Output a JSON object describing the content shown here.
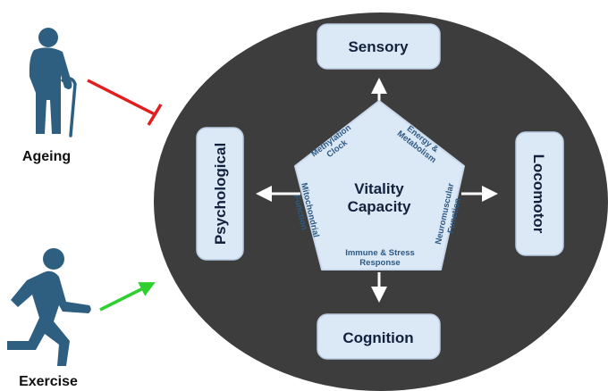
{
  "center": {
    "line1": "Vitality",
    "line2": "Capacity"
  },
  "factors": {
    "ageing": "Ageing",
    "exercise": "Exercise"
  },
  "domains": {
    "sensory": "Sensory",
    "locomotor": "Locomotor",
    "cognition": "Cognition",
    "psychological": "Psychological"
  },
  "mechanisms": {
    "methylation": {
      "line1": "Methylation",
      "line2": "Clock"
    },
    "energy": {
      "line1": "Energy &",
      "line2": "Metabolism"
    },
    "neuromuscular": {
      "line1": "Neuromuscular",
      "line2": "Function"
    },
    "immune": {
      "line1": "Immune & Stress",
      "line2": "Response"
    },
    "mitochondrial": {
      "line1": "Mitochondrial",
      "line2": "Function"
    }
  },
  "colors": {
    "circle": "#3d3d3d",
    "panel": "#dbe8f6",
    "text": "#14213d",
    "mechanism_text": "#2e5a84",
    "figure": "#2f5f80",
    "inhibit": "#e02020",
    "promote": "#2fcf2f",
    "arrow": "#ffffff"
  },
  "icons": {
    "ageing": "elderly-person-icon",
    "exercise": "running-person-icon"
  }
}
